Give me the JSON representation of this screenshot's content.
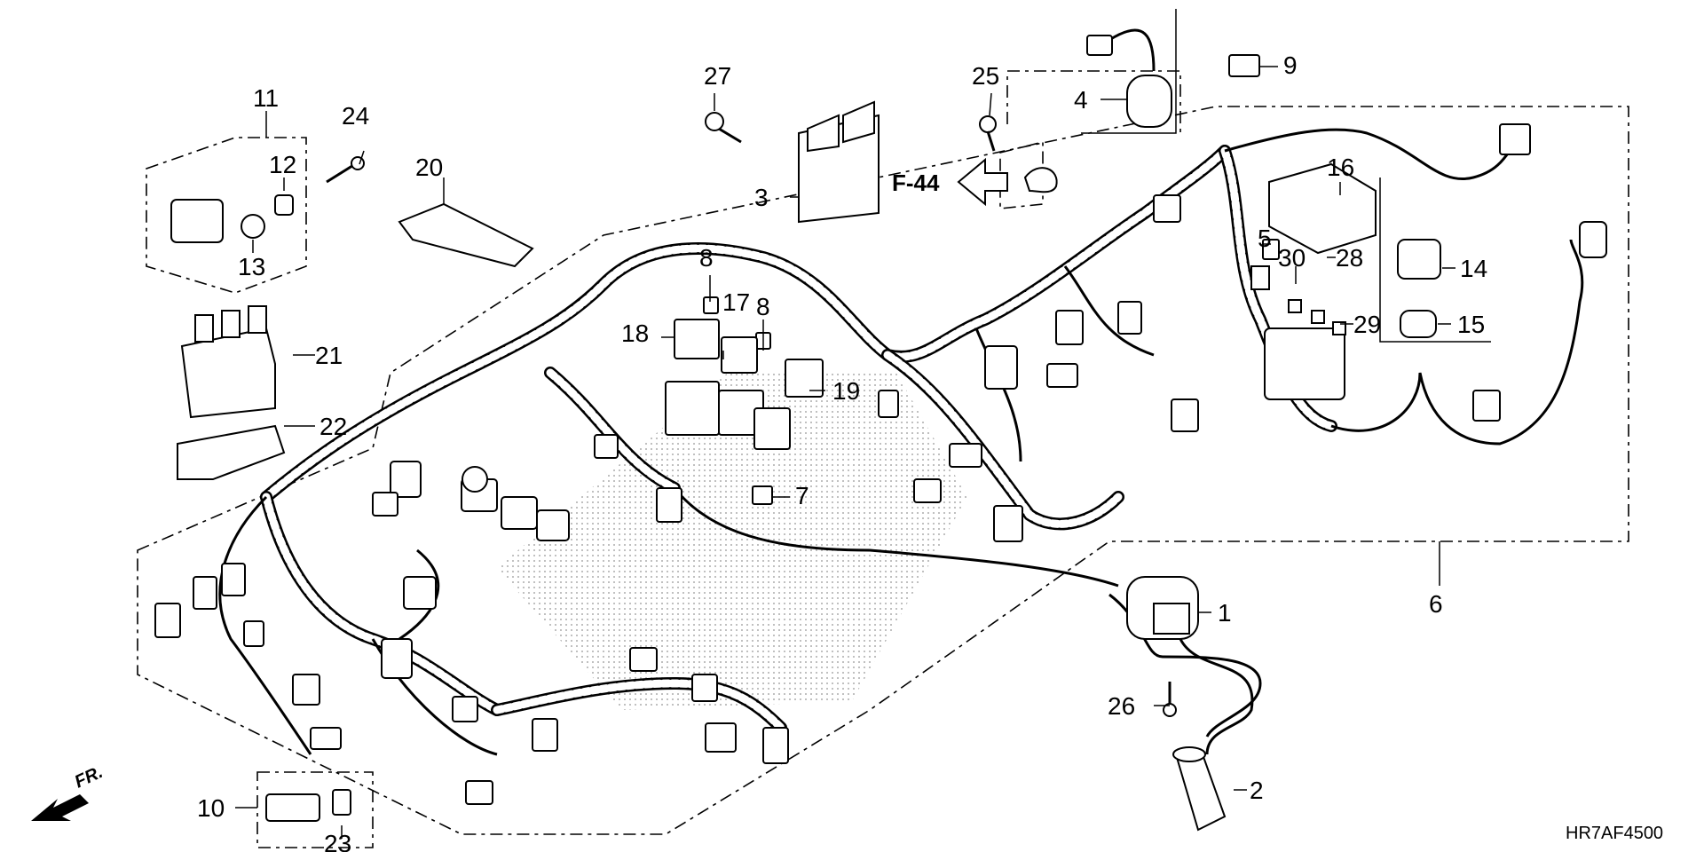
{
  "diagram": {
    "code": "HR7AF4500",
    "reference": "F-44",
    "direction": "FR.",
    "callouts": [
      "1",
      "2",
      "3",
      "4",
      "5",
      "6",
      "7",
      "8",
      "8",
      "9",
      "10",
      "11",
      "12",
      "13",
      "14",
      "15",
      "16",
      "17",
      "18",
      "19",
      "20",
      "21",
      "22",
      "23",
      "24",
      "25",
      "26",
      "27",
      "28",
      "29",
      "30"
    ]
  }
}
